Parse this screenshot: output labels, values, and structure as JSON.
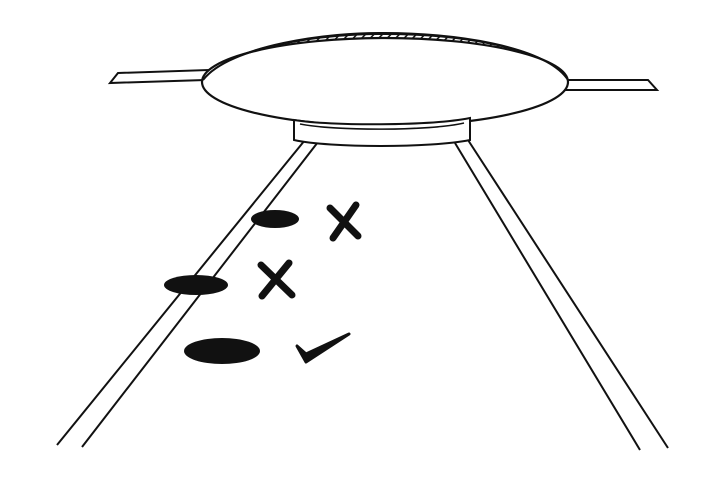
{
  "diagram": {
    "marks": [
      {
        "id": "mark-1",
        "status": "incorrect",
        "icon": "cross-icon"
      },
      {
        "id": "mark-2",
        "status": "incorrect",
        "icon": "cross-icon"
      },
      {
        "id": "mark-3",
        "status": "correct",
        "icon": "check-icon"
      }
    ],
    "colors": {
      "ink": "#111111",
      "paper": "#ffffff"
    }
  }
}
